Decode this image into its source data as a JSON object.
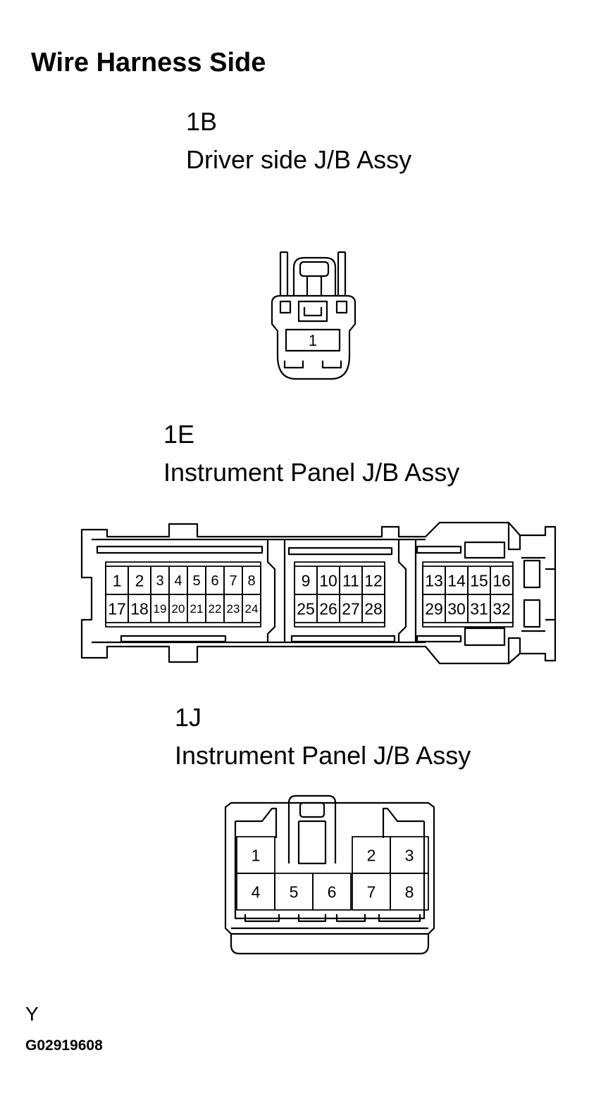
{
  "title": "Wire Harness Side",
  "connectors": {
    "c1b": {
      "code": "1B",
      "name": "Driver side J/B Assy",
      "pins": [
        "1"
      ]
    },
    "c1e": {
      "code": "1E",
      "name": "Instrument Panel J/B Assy",
      "pins": [
        "1",
        "2",
        "3",
        "4",
        "5",
        "6",
        "7",
        "8",
        "9",
        "10",
        "11",
        "12",
        "13",
        "14",
        "15",
        "16",
        "17",
        "18",
        "19",
        "20",
        "21",
        "22",
        "23",
        "24",
        "25",
        "26",
        "27",
        "28",
        "29",
        "30",
        "31",
        "32"
      ]
    },
    "c1j": {
      "code": "1J",
      "name": "Instrument Panel J/B Assy",
      "pins": [
        "1",
        "2",
        "3",
        "4",
        "5",
        "6",
        "7",
        "8"
      ]
    }
  },
  "footer": {
    "mark": "Y",
    "figure_id": "G02919608"
  }
}
